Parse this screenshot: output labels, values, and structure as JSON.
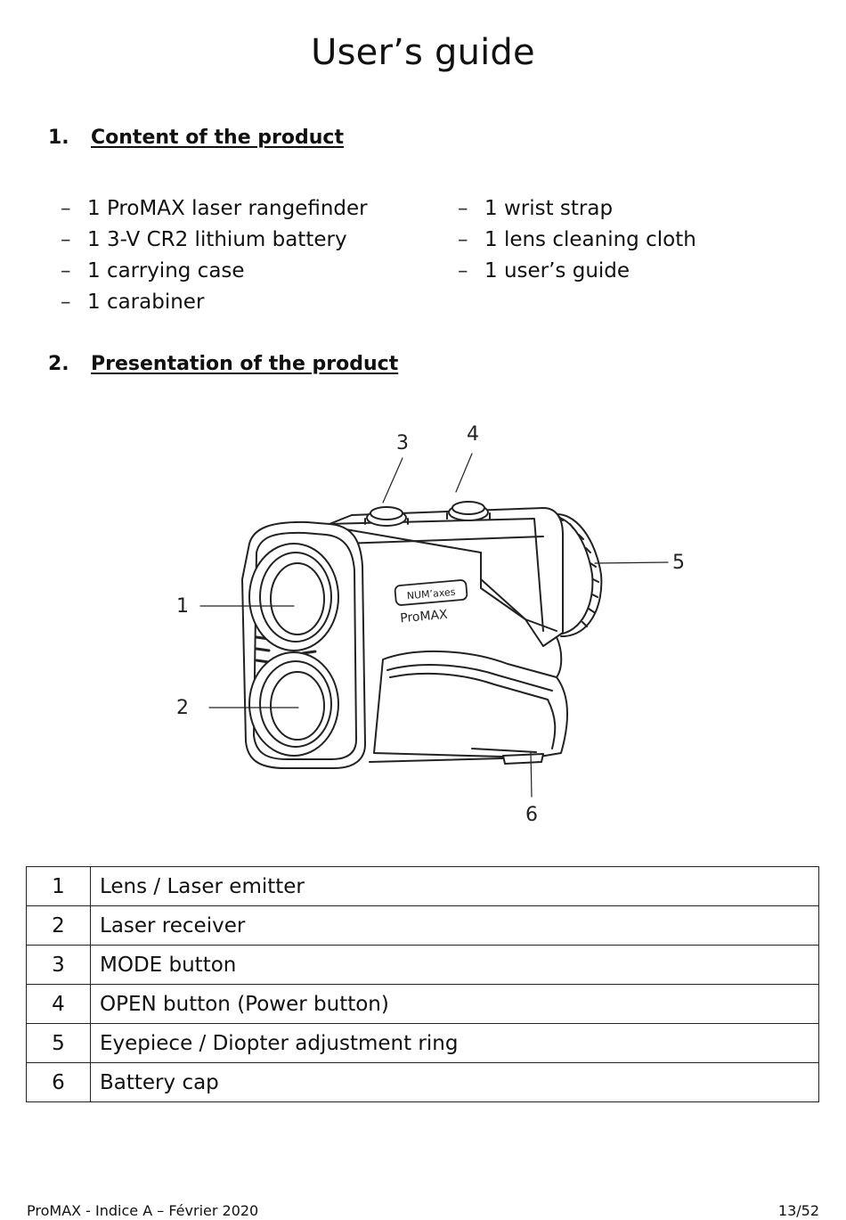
{
  "page": {
    "title": "User’s guide",
    "sections": [
      {
        "number": "1.",
        "title": "Content of the product"
      },
      {
        "number": "2.",
        "title": "Presentation of the product"
      }
    ],
    "contents_left": [
      "1 ProMAX laser rangefinder",
      "1 3-V CR2 lithium battery",
      "1 carrying case",
      "1 carabiner"
    ],
    "contents_right": [
      "1 wrist strap",
      "1 lens cleaning cloth",
      "1 user’s guide"
    ],
    "list_marker": "–",
    "diagram": {
      "callouts": [
        "1",
        "2",
        "3",
        "4",
        "5",
        "6"
      ],
      "brand_label": "NUM’axes",
      "model_label": "ProMAX"
    },
    "legend": [
      {
        "number": "1",
        "description": "Lens / Laser emitter"
      },
      {
        "number": "2",
        "description": "Laser receiver"
      },
      {
        "number": "3",
        "description": "MODE button"
      },
      {
        "number": "4",
        "description": "OPEN button (Power button)"
      },
      {
        "number": "5",
        "description": "Eyepiece / Diopter adjustment ring"
      },
      {
        "number": "6",
        "description": "Battery cap"
      }
    ],
    "footer": {
      "left": "ProMAX - Indice A – Février 2020",
      "right": "13/52"
    }
  }
}
